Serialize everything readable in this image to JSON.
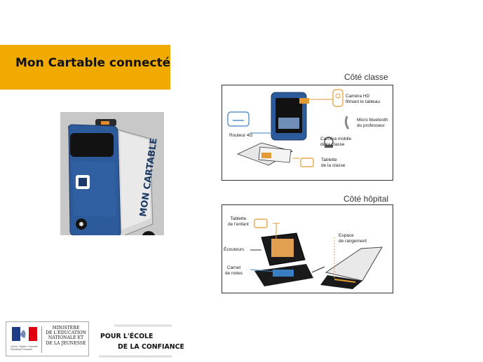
{
  "title": "Mon Cartable connecté",
  "suitcase_side_text": "MON CARTABLE",
  "side_class": {
    "heading": "Côté classe",
    "labels": {
      "hd_camera": "Caméra HD\nfilmant le tableau",
      "micro": "Micro bluetooth\ndu professeur",
      "router": "Routeur 4G",
      "mobile_camera": "Caméra mobile\nde la classe",
      "tablet": "Tablette\nde la classe"
    }
  },
  "side_hospital": {
    "heading": "Côté hôpital",
    "labels": {
      "child_tablet": "Tablette\nde l'enfant",
      "headphones": "Écouteurs",
      "notebook": "Carnet\nde notes",
      "storage": "Espace\nde rangement"
    }
  },
  "footer": {
    "ministry_text": "MINISTÈRE\nDE L'ÉDUCATION\nNATIONALE ET\nDE LA JEUNESSE",
    "republic_text": "Liberté • Égalité • Fraternité\nRépublique Française",
    "ecole_line1": "POUR L'ÉCOLE",
    "ecole_line2": "DE LA CONFIANCE"
  },
  "colors": {
    "banner": "#f0aa00",
    "accent": "#e39a33",
    "suitcase_blue": "#2d5a9a",
    "icon_blue": "#3a7fc1"
  }
}
